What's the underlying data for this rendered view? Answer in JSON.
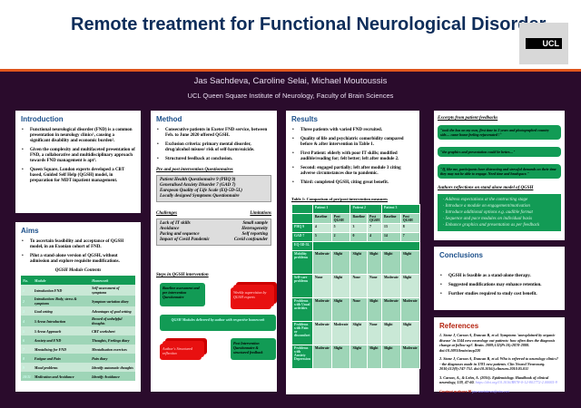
{
  "header": {
    "title": "Remote treatment for Functional Neurological Disorder",
    "logo": "UCL",
    "authors": "Jas Sachdeva, Caroline Selai, Michael Moutoussis",
    "institution": "UCL Queen Square Institute of Neurology, Faculty of Brain Sciences"
  },
  "intro": {
    "title": "Introduction",
    "items": [
      "Functional neurological disorder (FND) is a common presentation in neurology clinics¹, causing a significant disability and economic burden².",
      "Given the complexity and multifaceted presentation of FND, a collaborative and multidisciplinary approach towards FND management is apt³.",
      "Queen Square, London experts developed a CBT based, Guided Self Help (QGSH) model, in preparation for MDT inpatient management."
    ]
  },
  "aims": {
    "title": "Aims",
    "items": [
      "To ascertain feasibility and acceptance of QGSH model, in an Exonian cohort of FND.",
      "Pilot a stand-alone version of QGSH, without admission and explore requisite modifications."
    ],
    "table_title": "QGSH Module Contents",
    "headers": [
      "No.",
      "Module",
      "Homework"
    ],
    "rows": [
      [
        "1",
        "Introduction FND",
        "Self-assessment of symptoms"
      ],
      [
        "2",
        "Introduction: Body, stress & symptoms",
        "Symptom variation diary"
      ],
      [
        "3",
        "Goal setting",
        "Advantages of goal setting"
      ],
      [
        "4",
        "5 Areas Introduction",
        "Record of unhelpful thoughts"
      ],
      [
        "5",
        "5 Areas Approach",
        "CBT worksheet"
      ],
      [
        "6",
        "Anxiety and FND",
        "Thoughts, Feelings diary"
      ],
      [
        "7",
        "Mentalising for FND",
        "Mentalisation exercises"
      ],
      [
        "8",
        "Fatigue and Pain",
        "Pain diary"
      ],
      [
        "9",
        "Mood problems",
        "Identify automatic thoughts"
      ],
      [
        "10/11",
        "Medication and Avoidance",
        "Identify Avoidance"
      ]
    ]
  },
  "method": {
    "title": "Method",
    "items": [
      "Consecutive patients in Exeter FND service, between Feb. to June 2020 offered QGSH.",
      "Exclusion criteria: primary mental disorder, drug/alcohol misuse/ risk of self-harm/suicide.",
      "Structured feedback at conclusion."
    ],
    "q_title": "Pre and post intervention Questionnaires",
    "questionnaires": [
      "Patient Health Questionnaire 9 (PHQ 9)",
      "Generalised Anxiety Disorder 7 (GAD 7)",
      "European Quality of Life Scale (EQ-5D-5L)",
      "Locally designed Symptoms Questionnaire"
    ],
    "challenges_title": "Challenges",
    "limitations_title": "Limitations",
    "challenges": [
      "Lack of IT skills",
      "Avoidance",
      "Pacing and sequence",
      "Impact of Covid Pandemic"
    ],
    "limitations": [
      "Small sample",
      "Heterogeneity",
      "Self reporting",
      "Covid confounder"
    ],
    "steps_title": "Steps in QGSH intervention",
    "steps": [
      "Baseline assessment and pre intervention Questionnaire",
      "Weekly supervision by QGSH experts",
      "QGSH Modules delivered by author with respective homework",
      "Author's Structured reflection",
      "Post Intervention Questionnaire & structured feedback"
    ]
  },
  "results": {
    "title": "Results",
    "items": [
      "Three patients with varied FND recruited.",
      "Quality of life and psychiatric comorbidity compared before & after intervention in Table 1.",
      "First Patient: elderly with poor IT skills; modified audible/reading for; felt better; left after module 2.",
      "Second: engaged partially; left after module 3 citing adverse circumstances due to pandemic.",
      "Third: completed QGSH, citing great benefit."
    ],
    "table_title": "Table 1: Comparison of pre/post-intervention measures",
    "patients": [
      "Patient 1",
      "Patient 2",
      "Patient 3"
    ],
    "sub": [
      "Baseline",
      "Post QGSH",
      "Baseline",
      "Post QGSH",
      "Baseline",
      "Post QGSH"
    ],
    "rows": [
      [
        "PHQ 9",
        "4",
        "5",
        "3",
        "7",
        "13",
        "8"
      ],
      [
        "GAD 7",
        "5",
        "2",
        "0",
        "4",
        "14",
        "7"
      ],
      [
        "EQ-5D-5L",
        "",
        "",
        "",
        "",
        "",
        ""
      ],
      [
        "Mobility problems",
        "Moderate",
        "Slight",
        "Slight",
        "Slight",
        "Slight",
        "Slight"
      ],
      [
        "Self-care problems",
        "None",
        "Slight",
        "None",
        "None",
        "Moderate",
        "Slight"
      ],
      [
        "Problems with Usual activities",
        "Moderate",
        "Slight",
        "None",
        "Slight",
        "Moderate",
        "Moderate"
      ],
      [
        "Problems with Pain or discomfort",
        "Moderate",
        "Moderate",
        "Slight",
        "None",
        "Slight",
        "Slight"
      ],
      [
        "Problems with Anxiety Depression",
        "Moderate",
        "Slight",
        "Slight",
        "Slight",
        "Slight",
        "Moderate"
      ]
    ]
  },
  "feedback": {
    "title": "Excerpts from patient feedbacks",
    "quotes": [
      "\"took the bus on my own, first time in 3 years and photographed country side.... came home feeling rejuvenated !\"",
      "\"the graphics and presentation could be better....\"",
      "\"If, like me, participants have distracting and stressful demands on their time they may not be able to engage. Need time and headspace.\""
    ],
    "refl_title": "Authors reflections on stand alone model of QGSH",
    "reflections": [
      "Address expectations at the contracting stage",
      "Introduce a module on engagement/motivation",
      "Introduce additional options e.g. audible format",
      "Sequence and pace modules on individual basis",
      "Enhance graphics and presentation as per feedback"
    ]
  },
  "conclusions": {
    "title": "Conclusions",
    "items": [
      "QGSH is feasible as a stand-alone therapy.",
      "Suggested modifications may enhance retention.",
      "Further studies required to study cost benefit."
    ]
  },
  "references": {
    "title": "References",
    "items": [
      "1. Stone J, Carson A, Duncan R, et al. Symptoms 'unexplained by organic disease' in 1144 new neurology out-patients: how often does the diagnosis change at follow-up?. Brain. 2009;132(Pt 10):2878-2888. doi:10.1093/brain/awp220",
      "2. Stone J, Carson A, Duncan R, et al. Who is referred to neurology clinics?--the diagnoses made in 3781 new patients. Clin Neurol Neurosurg. 2010;112(9):747-751. doi:10.1016/j.clineuro.2010.05.011",
      "3. Carson, A., & Lehn, A. (2016). Epidemiology. Handbook of clinical neurology, 139, 47-60."
    ],
    "link": "https://doi.org/10.1016/B978-0-12-801772-2.00005-9",
    "contact_label": "Contact authors",
    "contact": "jas.sachdeva@nhs.net"
  }
}
